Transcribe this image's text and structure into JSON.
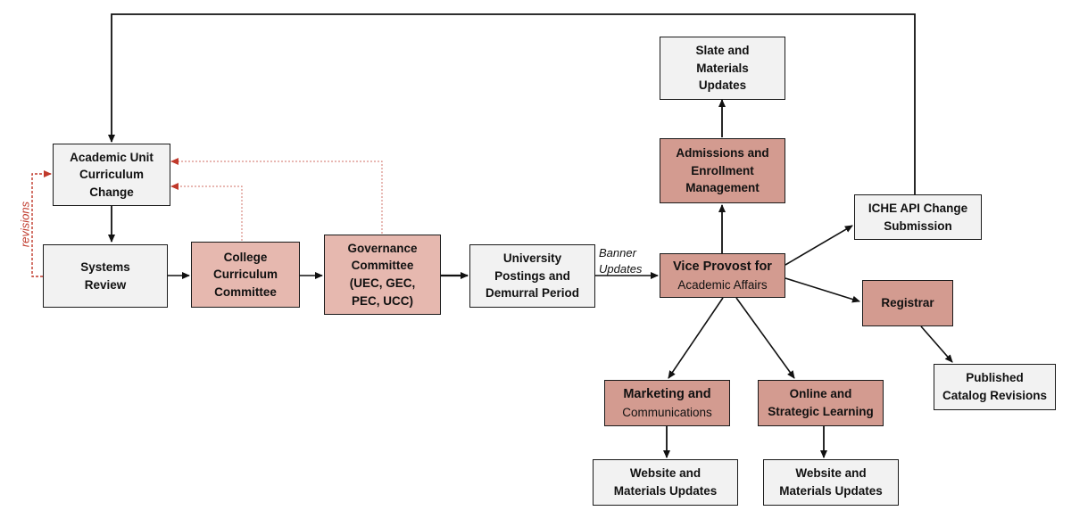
{
  "nodes": {
    "academic_unit": "Academic Unit\nCurriculum\nChange",
    "systems_review": "Systems\nReview",
    "college_committee": "College\nCurriculum\nCommittee",
    "governance": "Governance\nCommittee\n(UEC, GEC,\nPEC, UCC)",
    "university_postings": "University\nPostings and\nDemurral Period",
    "vice_provost_line1": "Vice Provost for",
    "vice_provost_line2": "Academic Affairs",
    "slate": "Slate and\nMaterials\nUpdates",
    "admissions": "Admissions and\nEnrollment\nManagement",
    "iche": "ICHE API Change\nSubmission",
    "registrar": "Registrar",
    "published_catalog": "Published\nCatalog Revisions",
    "marketing_line1": "Marketing and",
    "marketing_line2": "Communications",
    "online": "Online and\nStrategic Learning",
    "website_1": "Website and\nMaterials Updates",
    "website_2": "Website and\nMaterials Updates"
  },
  "edge_labels": {
    "banner_updates": "Banner\nUpdates",
    "revisions": "revisions"
  },
  "colors": {
    "gray_box": "#f2f2f2",
    "light_box": "#e6b8af",
    "mid_box": "#d39b90",
    "revision_arrow": "#c0392b",
    "border": "#1a1a1a"
  }
}
